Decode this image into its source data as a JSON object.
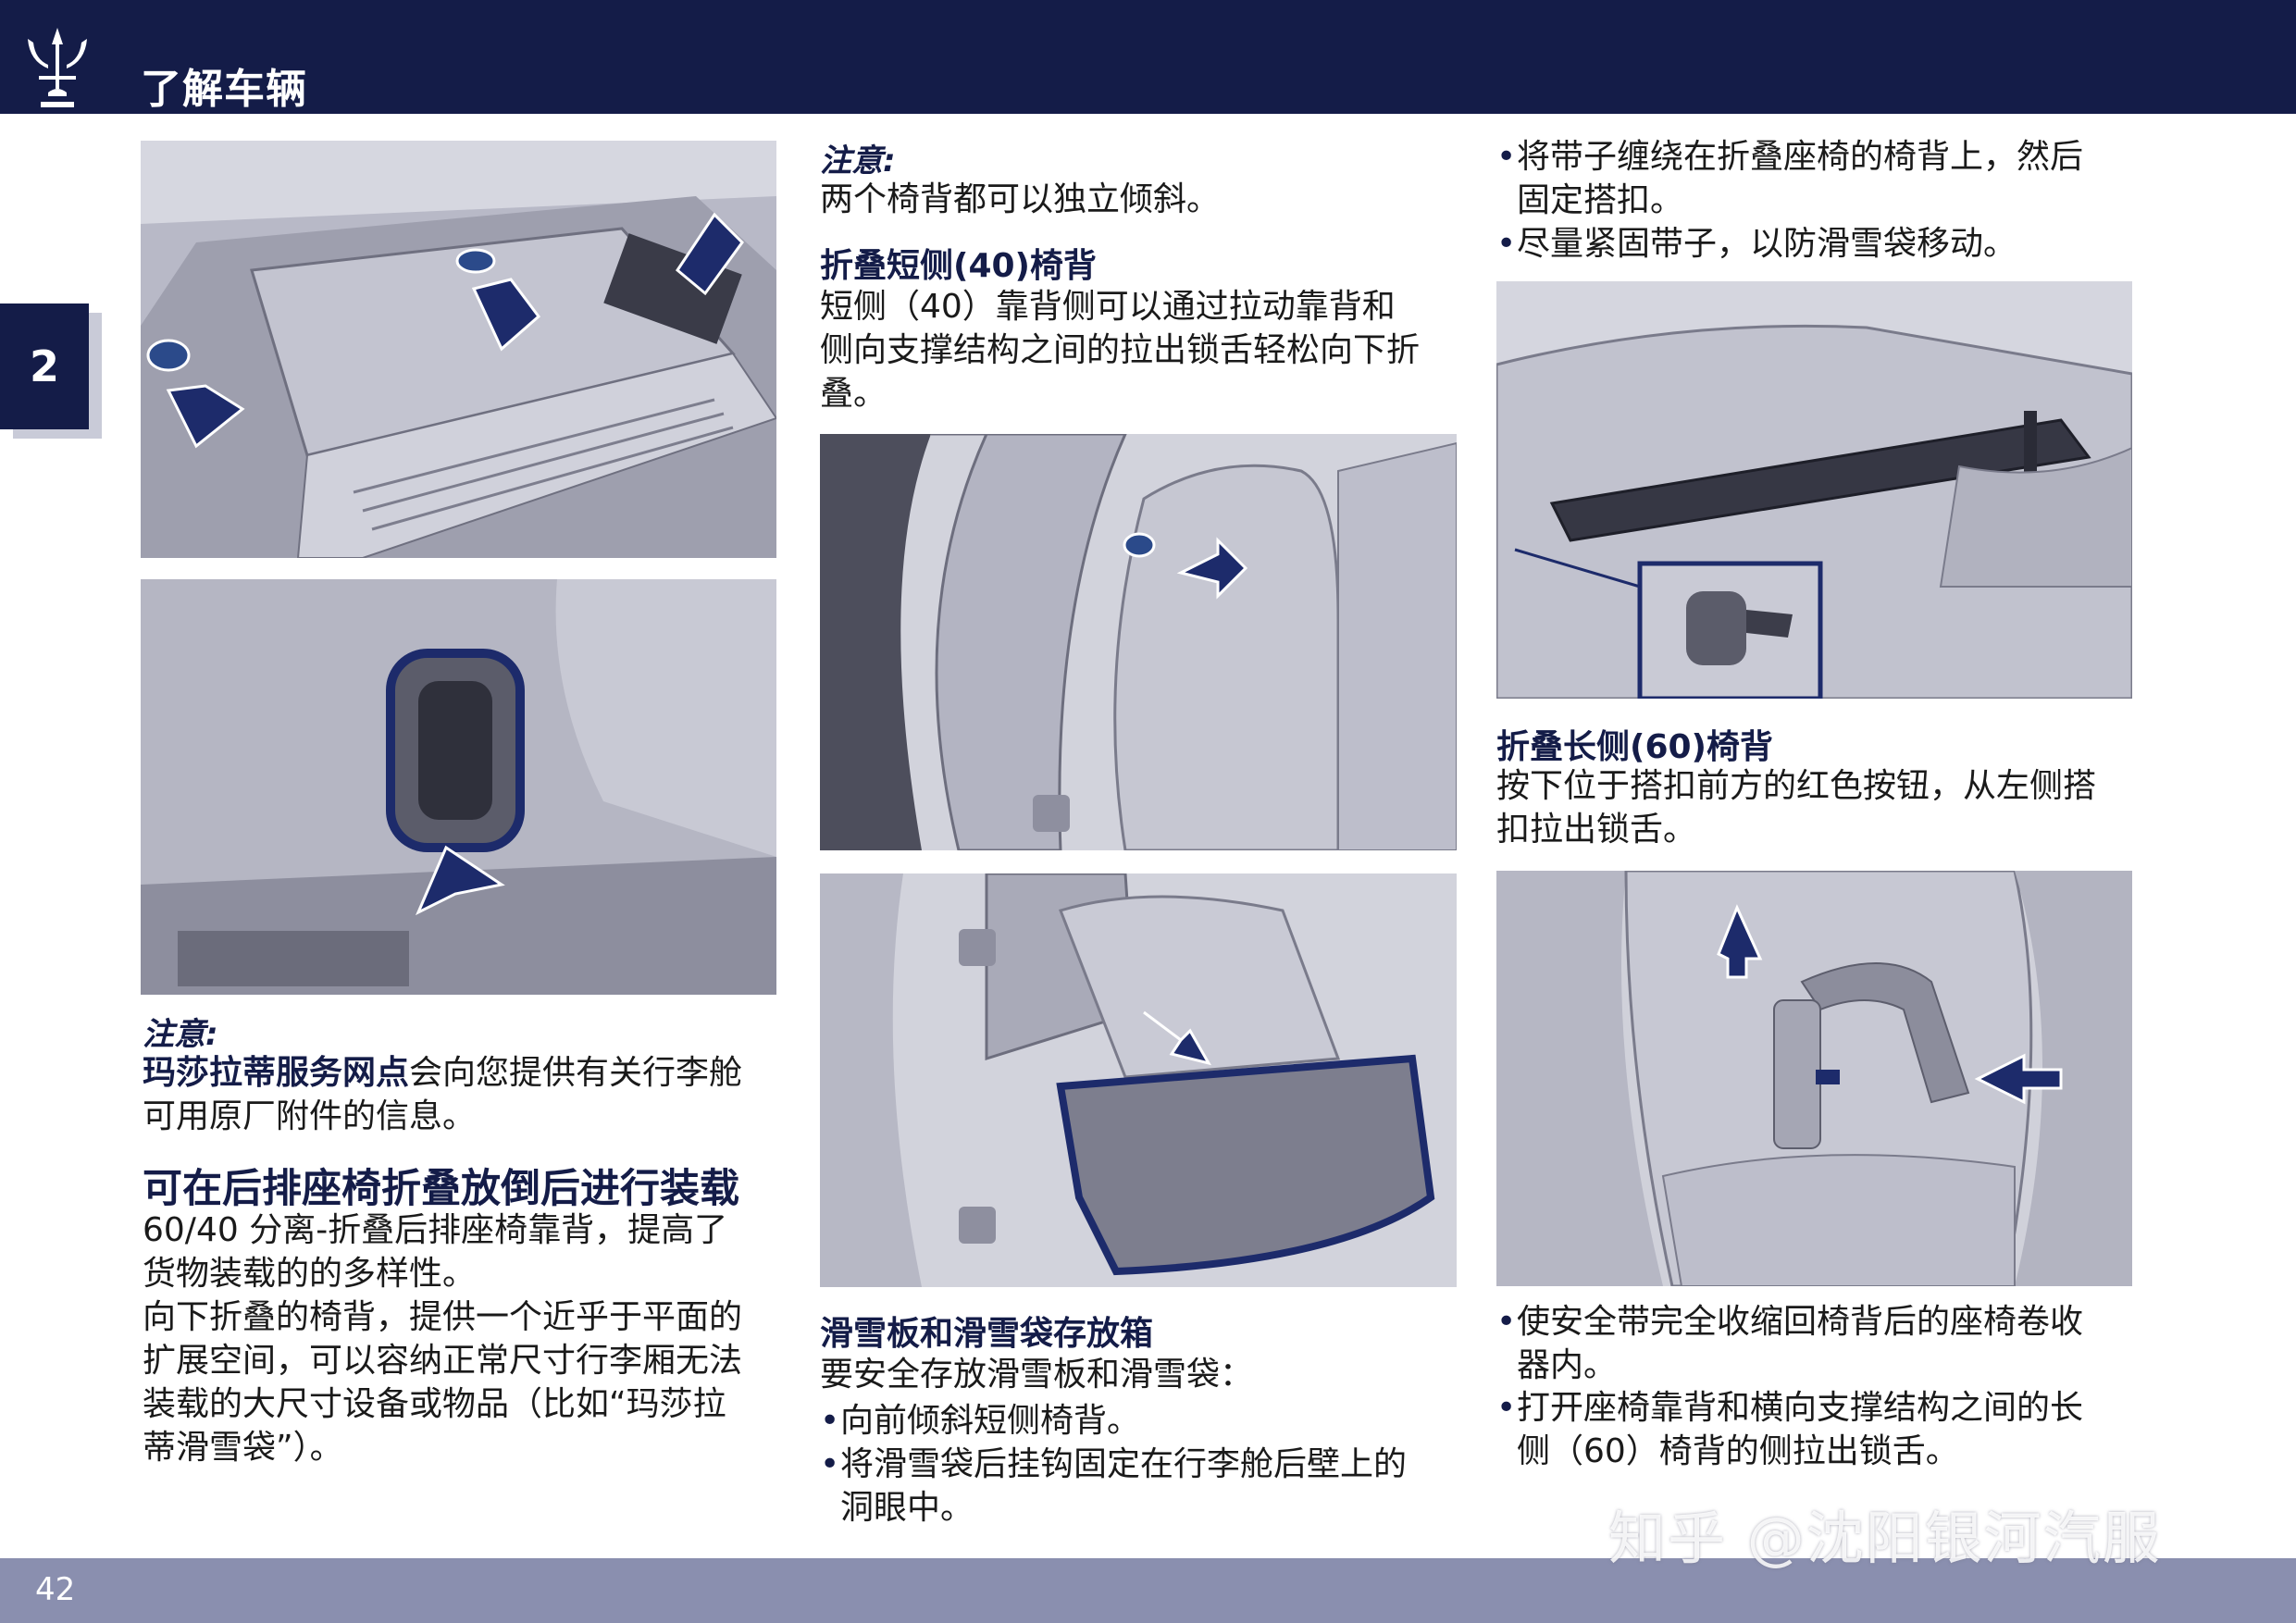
{
  "header": {
    "title": "了解车辆",
    "logo_icon": "trident-logo-icon"
  },
  "chapter": {
    "number": "2"
  },
  "footer": {
    "page": "42"
  },
  "watermark": "知乎 @沈阳银河汽服",
  "col1": {
    "note_label": "注意:",
    "note_bold": "玛莎拉蒂服务网点",
    "note_line1": "会向您提供有关行李舱",
    "note_line2": "可用原厂附件的信息。",
    "heading": "可在后排座椅折叠放倒后进行装载",
    "para1_line1": "60/40 分离-折叠后排座椅靠背，提高了",
    "para1_line2": "货物装载的的多样性。",
    "para2_line1": "向下折叠的椅背，提供一个近乎于平面的",
    "para2_line2": "扩展空间，可以容纳正常尺寸行李厢无法",
    "para2_line3": "装载的大尺寸设备或物品（比如“玛莎拉",
    "para2_line4": "蒂滑雪袋”）。"
  },
  "col2": {
    "note_label": "注意:",
    "note_text": "两个椅背都可以独立倾斜。",
    "heading1": "折叠短侧(40)椅背",
    "para1_line1": "短侧（40）靠背侧可以通过拉动靠背和",
    "para1_line2": "侧向支撑结构之间的拉出锁舌轻松向下折",
    "para1_line3": "叠。",
    "heading2": "滑雪板和滑雪袋存放箱",
    "para2": "要安全存放滑雪板和滑雪袋：",
    "bullet1": "向前倾斜短侧椅背。",
    "bullet2_line1": "将滑雪袋后挂钩固定在行李舱后壁上的",
    "bullet2_line2": "洞眼中。"
  },
  "col3": {
    "bullet1_line1": "将带子缠绕在折叠座椅的椅背上，然后",
    "bullet1_line2": "固定搭扣。",
    "bullet2": "尽量紧固带子，以防滑雪袋移动。",
    "heading": "折叠长侧(60)椅背",
    "para_line1": "按下位于搭扣前方的红色按钮，从左侧搭",
    "para_line2": "扣拉出锁舌。",
    "bullet3_line1": "使安全带完全收缩回椅背后的座椅卷收",
    "bullet3_line2": "器内。",
    "bullet4_line1": "打开座椅靠背和横向支撑结构之间的长",
    "bullet4_line2": "侧（60）椅背的侧拉出锁舌。"
  },
  "colors": {
    "navy": "#141c48",
    "footer": "#8a8faf",
    "figure_bg": "#b4b5c3"
  }
}
